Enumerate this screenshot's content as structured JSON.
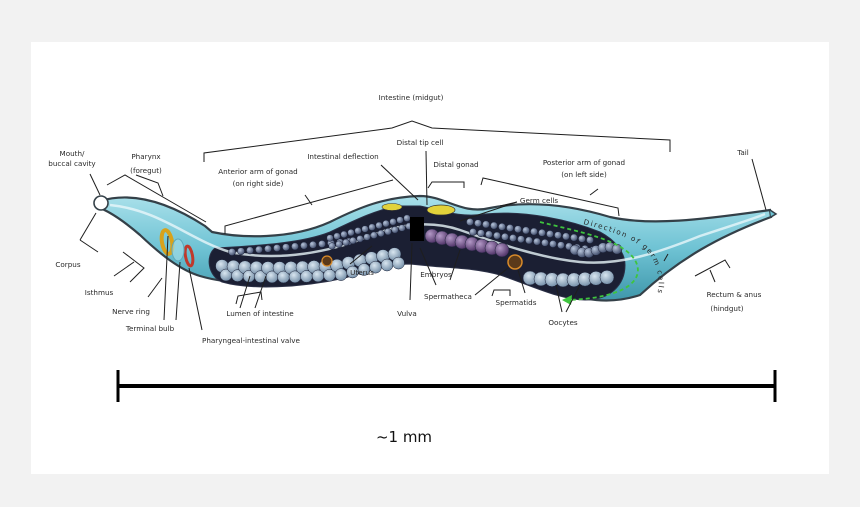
{
  "labels": {
    "intestine_midgut": "Intestine (midgut)",
    "mouth": "Mouth/",
    "buccal_cavity": "buccal cavity",
    "pharynx": "Pharynx",
    "foregut": "(foregut)",
    "anterior_arm_line1": "Anterior arm of gonad",
    "anterior_arm_line2": "(on right side)",
    "intestinal_deflection": "Intestinal deflection",
    "distal_tip_cell": "Distal tip cell",
    "distal_gonad": "Distal gonad",
    "posterior_arm_line1": "Posterior arm of gonad",
    "posterior_arm_line2": "(on left side)",
    "tail": "Tail",
    "germ_cells": "Germ cells",
    "corpus": "Corpus",
    "isthmus": "Isthmus",
    "nerve_ring": "Nerve ring",
    "terminal_bulb": "Terminal bulb",
    "pharyngeal_intestinal_valve": "Pharyngeal-intestinal valve",
    "lumen_of_intestine": "Lumen of intestine",
    "uterus": "Uterus",
    "vulva": "Vulva",
    "embryos": "Embryos",
    "spermatheca": "Spermatheca",
    "spermatids": "Spermatids",
    "oocytes": "Oocytes",
    "rectum_line1": "Rectum & anus",
    "rectum_line2": "(hindgut)",
    "direction_of_germ_cells": "Direction of germ cells"
  },
  "scale_bar": {
    "label": "~1 mm"
  },
  "colors": {
    "body_fill": "#6fc3d4",
    "body_outline": "#3a4a52",
    "gonad_dark": "#1b1f33",
    "germ_cell": "#5c6a8a",
    "intestine_cell": "#8fa8bf",
    "embryo": "#6c4f84",
    "ring_yellow": "#d8a21b",
    "ring_red": "#c0392b",
    "arrow_green": "#3ec43e"
  }
}
